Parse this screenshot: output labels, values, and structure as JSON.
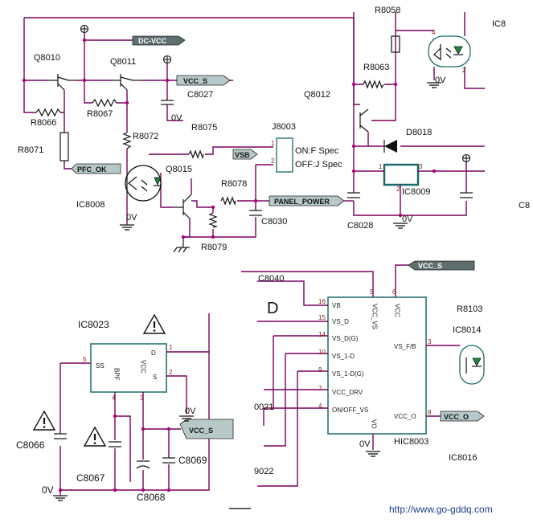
{
  "refs": {
    "Q8010": "Q8010",
    "Q8011": "Q8011",
    "Q8012": "Q8012",
    "Q8015": "Q8015",
    "R8058": "R8058",
    "R8063": "R8063",
    "R8066": "R8066",
    "R8067": "R8067",
    "R8071": "R8071",
    "R8072": "R8072",
    "R8075": "R8075",
    "R8078": "R8078",
    "R8079": "R8079",
    "R8103": "R8103",
    "C8027": "C8027",
    "C8028": "C8028",
    "C8030": "C8030",
    "C8040": "C8040",
    "C8066": "C8066",
    "C8067": "C8067",
    "C8068": "C8068",
    "C8069": "C8069",
    "C8_right": "C8",
    "IC8_top": "IC8",
    "IC8008": "IC8008",
    "IC8009": "IC8009",
    "IC8014": "IC8014",
    "IC8016": "IC8016",
    "IC8023": "IC8023",
    "HIC8003": "HIC8003",
    "J8003": "J8003",
    "D8018": "D8018",
    "n021": "0021",
    "n9022": "9022"
  },
  "labels": {
    "ov": "0V",
    "big_d": "D",
    "j8003_on": "ON:F Spec",
    "j8003_off": "OFF:J Spec"
  },
  "tags": {
    "dc_vcc": "DC-VCC",
    "vcc_s": "VCC_S",
    "vsb": "VSB",
    "pfc_ok": "PFC_OK",
    "panel_power": "PANEL_POWER",
    "vcc_o": "VCC_O"
  },
  "ic8023": {
    "pin_ss": "SS",
    "pin_bpf": "BPF",
    "pin_vcc": "VCC",
    "pin_d": "D",
    "pin_s": "S",
    "n5": "5",
    "n4": "4",
    "n3": "3",
    "n1": "1",
    "n2": "2"
  },
  "hic8003": {
    "pins_left": [
      {
        "num": "16",
        "name": "VB"
      },
      {
        "num": "15",
        "name": "VS_D"
      },
      {
        "num": "14",
        "name": "VS_D(G)"
      },
      {
        "num": "10",
        "name": "VS_1-D"
      },
      {
        "num": "9",
        "name": "VS_1-D(G)"
      },
      {
        "num": "7",
        "name": "VCC_DRV"
      },
      {
        "num": "4",
        "name": "ON/OFF_VS"
      }
    ],
    "pin_vsfb": "VS_F/B",
    "pin_vcco": "VCC_O",
    "pin_vo": "VO",
    "top_a": "VCC_VS",
    "top_b": "VCC",
    "n5": "5",
    "n6": "6",
    "n3": "3",
    "n8": "8"
  },
  "pins": {
    "p1": "1",
    "p2": "2",
    "p3": "3",
    "p4": "4"
  },
  "watermark": "http://www.go-gddq.com"
}
